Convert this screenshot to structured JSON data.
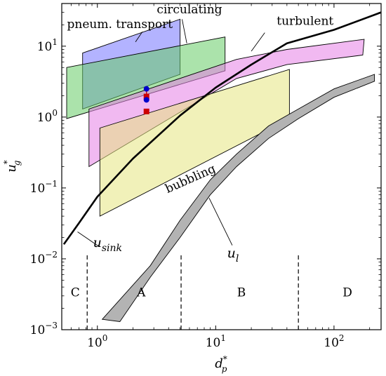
{
  "chart_data": {
    "type": "line",
    "xlabel": {
      "base": "d",
      "sup": "*",
      "sub": "p"
    },
    "ylabel": {
      "base": "u",
      "sup": "*",
      "sub": "g"
    },
    "xscale": "log",
    "yscale": "log",
    "xlim": [
      0.5,
      250
    ],
    "ylim": [
      0.001,
      40
    ],
    "x_ticks": [
      {
        "value": 1,
        "base": "10",
        "exp": "0"
      },
      {
        "value": 10,
        "base": "10",
        "exp": "1"
      },
      {
        "value": 100,
        "base": "10",
        "exp": "2"
      }
    ],
    "y_ticks": [
      {
        "value": 0.001,
        "base": "10",
        "exp": "−3"
      },
      {
        "value": 0.01,
        "base": "10",
        "exp": "−2"
      },
      {
        "value": 0.1,
        "base": "10",
        "exp": "−1"
      },
      {
        "value": 1,
        "base": "10",
        "exp": "0"
      },
      {
        "value": 10,
        "base": "10",
        "exp": "1"
      }
    ],
    "curves": [
      {
        "label": "u_sink",
        "label_base": "u",
        "label_sub": "sink",
        "points": [
          [
            0.52,
            0.016
          ],
          [
            0.7,
            0.032
          ],
          [
            1.0,
            0.075
          ],
          [
            2.0,
            0.26
          ],
          [
            5.0,
            1.05
          ],
          [
            10,
            2.6
          ],
          [
            20,
            5.5
          ],
          [
            40,
            11
          ],
          [
            100,
            17
          ],
          [
            250,
            30
          ]
        ]
      }
    ],
    "bands": [
      {
        "label": "u_l",
        "label_base": "u",
        "label_sub": "l",
        "fill": "#b3b3b3",
        "points": [
          [
            1.1,
            0.0014
          ],
          [
            1.55,
            0.0013
          ],
          [
            2.8,
            0.0055
          ],
          [
            5,
            0.02
          ],
          [
            9,
            0.08
          ],
          [
            15,
            0.2
          ],
          [
            28,
            0.5
          ],
          [
            50,
            0.95
          ],
          [
            100,
            1.9
          ],
          [
            220,
            3.2
          ],
          [
            220,
            4.0
          ],
          [
            100,
            2.5
          ],
          [
            50,
            1.3
          ],
          [
            28,
            0.75
          ],
          [
            15,
            0.3
          ],
          [
            9,
            0.13
          ],
          [
            5,
            0.035
          ],
          [
            2.8,
            0.008
          ]
        ]
      }
    ],
    "regions": [
      {
        "name": "pneum. transport",
        "fill": "#8080ff",
        "opacity": 0.6,
        "points": [
          [
            0.75,
            8
          ],
          [
            5,
            24
          ],
          [
            5,
            4
          ],
          [
            0.75,
            1.3
          ]
        ]
      },
      {
        "name": "circulating",
        "fill": "#66cc66",
        "opacity": 0.55,
        "points": [
          [
            0.55,
            5
          ],
          [
            12,
            13.5
          ],
          [
            12,
            4.5
          ],
          [
            0.55,
            0.95
          ]
        ]
      },
      {
        "name": "turbulent",
        "fill": "#e680e6",
        "opacity": 0.55,
        "points": [
          [
            0.85,
            1.3
          ],
          [
            15,
            6.5
          ],
          [
            40,
            9
          ],
          [
            180,
            12.5
          ],
          [
            175,
            7.5
          ],
          [
            40,
            5.5
          ],
          [
            15,
            3.5
          ],
          [
            0.85,
            0.2
          ]
        ]
      },
      {
        "name": "bubbling",
        "fill": "#e6e680",
        "opacity": 0.55,
        "points": [
          [
            1.05,
            0.7
          ],
          [
            42,
            4.7
          ],
          [
            42,
            0.95
          ],
          [
            1.05,
            0.04
          ]
        ]
      }
    ],
    "markers": [
      {
        "x": 2.6,
        "y": 2.5,
        "shape": "circle",
        "color": "#0000cc"
      },
      {
        "x": 2.6,
        "y": 1.95,
        "shape": "square",
        "color": "#cc0000"
      },
      {
        "x": 2.6,
        "y": 1.75,
        "shape": "circle",
        "color": "#0000cc"
      },
      {
        "x": 2.6,
        "y": 1.2,
        "shape": "square",
        "color": "#cc0000"
      }
    ],
    "marker_link": {
      "x": 2.6,
      "from": 2.5,
      "to": 1.75,
      "color": "#cc0000"
    },
    "boundaries": [
      0.82,
      5.1,
      50
    ],
    "boundary_range": [
      0.001,
      0.0115
    ],
    "classes": [
      {
        "label": "C",
        "x": 0.65
      },
      {
        "label": "A",
        "x": 2.35
      },
      {
        "label": "B",
        "x": 16.5
      },
      {
        "label": "D",
        "x": 130
      }
    ],
    "class_label_y": 0.0034,
    "annotations": [
      {
        "text": "pneum. transport",
        "x": 1.55,
        "y": 18,
        "anchor": "middle",
        "rotate": 0,
        "lx1": 2.4,
        "ly1": 16,
        "lx2": 2.1,
        "ly2": 11.5
      },
      {
        "text": "circulating",
        "x": 6,
        "y": 29,
        "anchor": "middle",
        "rotate": 0,
        "lx1": 5.2,
        "ly1": 24,
        "lx2": 5.7,
        "ly2": 11
      },
      {
        "text": "turbulent",
        "x": 57,
        "y": 20,
        "anchor": "middle",
        "rotate": 0,
        "lx1": 26,
        "ly1": 15.5,
        "lx2": 20,
        "ly2": 8.5
      },
      {
        "text": "bubbling",
        "x": 6.3,
        "y": 0.12,
        "anchor": "middle",
        "rotate": -24,
        "lx1": null,
        "ly1": null,
        "lx2": null,
        "ly2": null
      },
      {
        "text": "u_sink",
        "x": 1.22,
        "y": 0.0148,
        "anchor": "middle",
        "rotate": 0,
        "lx1": 0.68,
        "ly1": 0.024,
        "lx2": 1.04,
        "ly2": 0.0148
      },
      {
        "text": "u_l",
        "x": 14,
        "y": 0.0105,
        "anchor": "middle",
        "rotate": 0,
        "lx1": 8.8,
        "ly1": 0.072,
        "lx2": 13.8,
        "ly2": 0.0155
      }
    ]
  }
}
